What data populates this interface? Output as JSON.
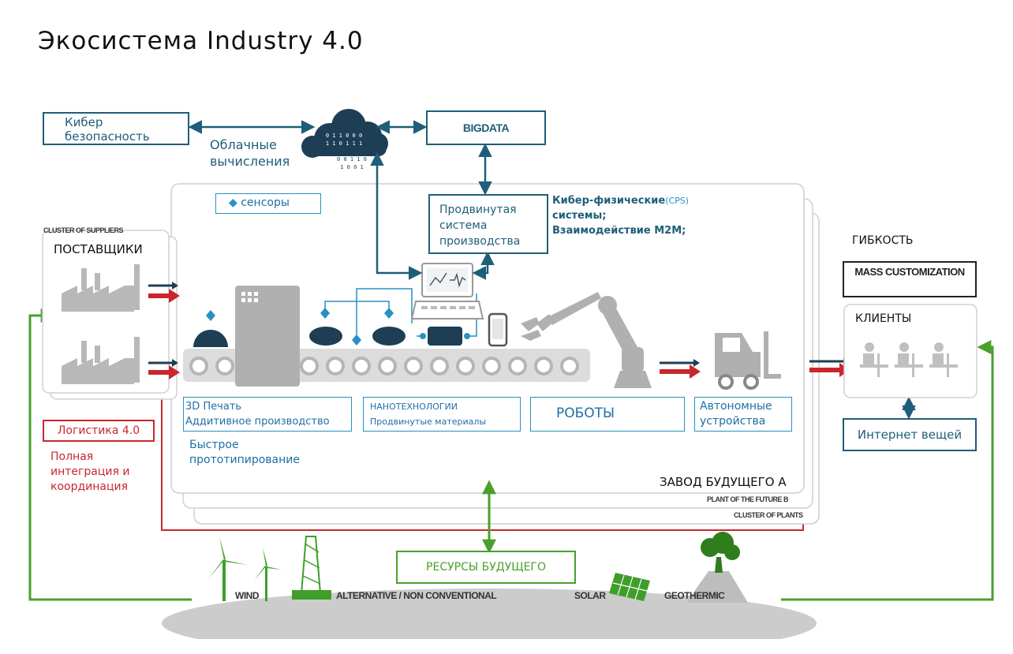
{
  "title": "Экосистема Industry 4.0",
  "cyber_security": "Кибер безопасность",
  "cloud_computing": "Облачные вычисления",
  "cloud_bits": [
    "0 1 1 0 0 0",
    "1 1 0 1 1 1",
    "0 0 1 1 0",
    "1 0 0 1"
  ],
  "big_data": "BIGDATA",
  "advanced_manufacturing": "Продвинутая система производства",
  "cps_line1": "Кибер-физические",
  "cps_abbr": "(CPS)",
  "cps_line2": "системы;",
  "cps_line3": "Взаимодействие M2M;",
  "sensors": "сенсоры",
  "cluster_of_suppliers": "CLUSTER OF SUPPLIERS",
  "suppliers": "ПОСТАВЩИКИ",
  "logistics": "Логистика 4.0",
  "integration": "Полная интеграция и координация",
  "printing_3d": "3D Печать",
  "additive": "Аддитивное производство",
  "rapid_prototyping": "Быстрое прототипирование",
  "nanotech": "НАНОТЕХНОЛОГИИ",
  "advanced_materials": "Продвинутые материалы",
  "robots": "РОБОТЫ",
  "autonomous": "Автономные устройства",
  "factory_a": "ЗАВОД БУДУЩЕГО A",
  "factory_b": "PLANT OF THE FUTURE B",
  "cluster_of_plants": "CLUSTER OF PLANTS",
  "flexibility": "ГИБКОСТЬ",
  "mass_customization": "MASS CUSTOMIZATION",
  "clients": "КЛИЕНТЫ",
  "iot": "Интернет вещей",
  "resources": "РЕСУРСЫ БУДУЩЕГО",
  "wind": "WIND",
  "alternative": "ALTERNATIVE / NON CONVENTIONAL",
  "solar": "SOLAR",
  "geothermic": "GEOTHERMIC",
  "colors": {
    "teal": "#1f5e78",
    "cyan": "#1e6fa6",
    "red": "#c9272d",
    "green": "#4aa02c",
    "gray": "#b0b0b0",
    "navy": "#1d3e55"
  }
}
